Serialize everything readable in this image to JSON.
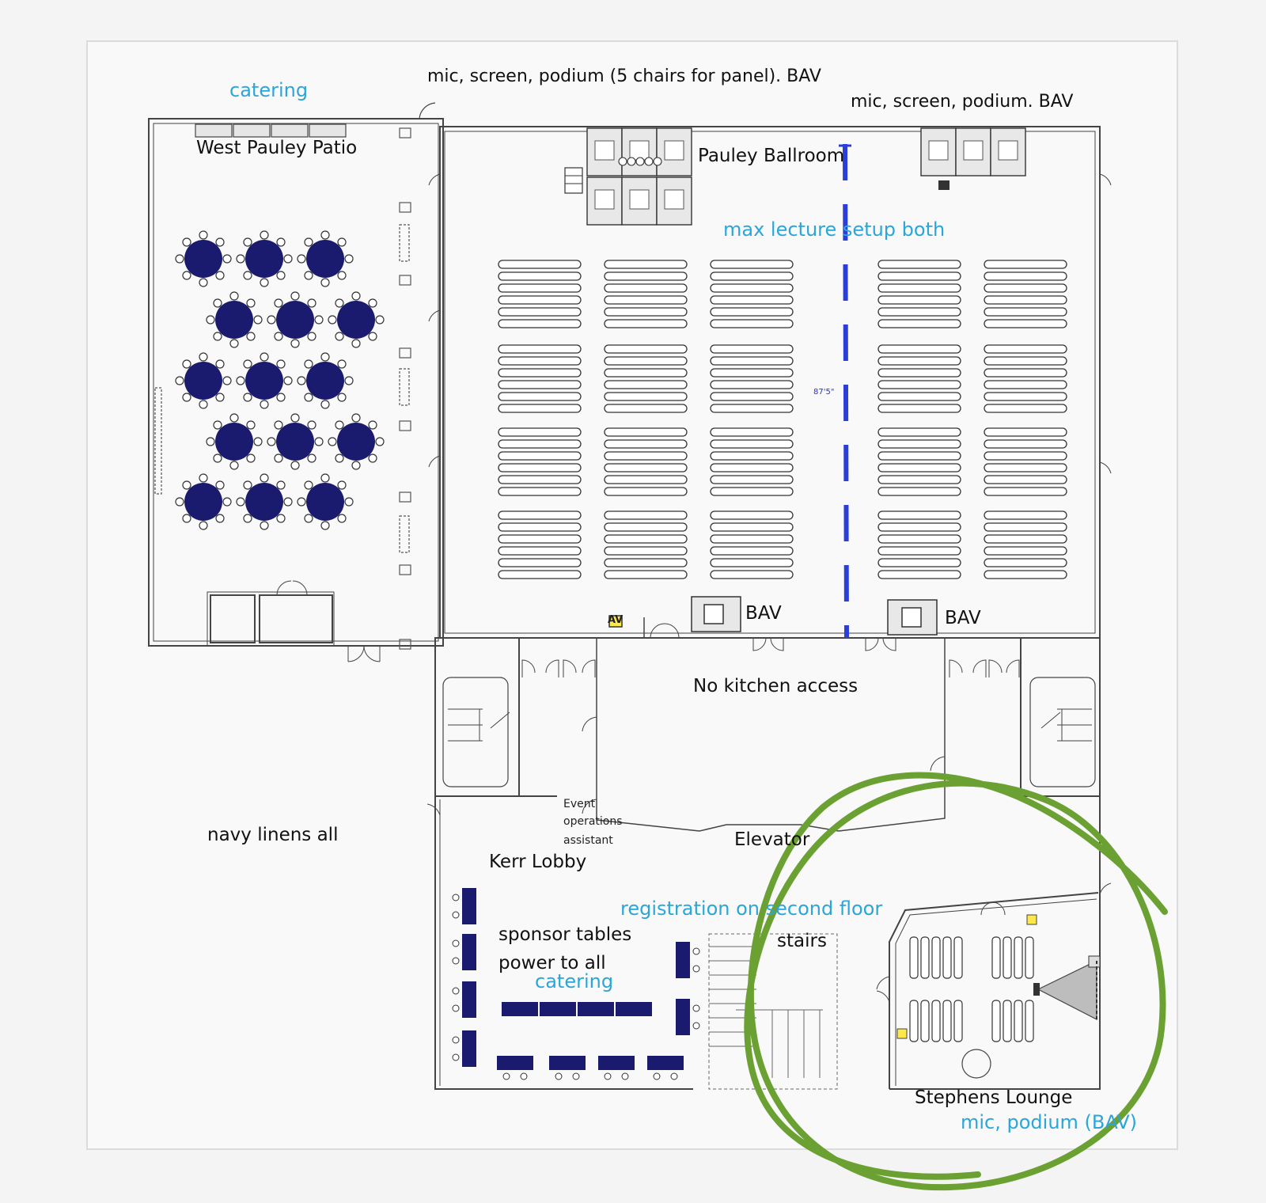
{
  "labels": {
    "catering_patio": "catering",
    "ballroom_av_note": "mic, screen, podium (5 chairs for panel). BAV",
    "east_av_note": "mic, screen, podium. BAV",
    "west_pauley_patio": "West Pauley Patio",
    "pauley_ballroom": "Pauley Ballroom",
    "max_lecture": "max lecture setup both",
    "divider_dim": "87'5\"",
    "bav_left": "BAV",
    "bav_right": "BAV",
    "av_small": "AV",
    "no_kitchen": "No kitchen access",
    "navy_linens": "navy linens all",
    "event_ops_1": "Event",
    "event_ops_2": "operations",
    "event_ops_3": "assistant",
    "elevator": "Elevator",
    "kerr_lobby": "Kerr Lobby",
    "registration": "registration on second floor",
    "stairs": "stairs",
    "sponsor_tables": "sponsor tables",
    "power_to_all": "power to all",
    "catering_lobby": "catering",
    "stephens_lounge": "Stephens Lounge",
    "lounge_av": "mic, podium (BAV)"
  },
  "colors": {
    "navy_table": "#1a1a6e",
    "label_blue": "#2aa6d8",
    "divider": "#2b3fd6",
    "highlight_circle": "#6aa132",
    "wall": "#444444"
  },
  "icons": {
    "round_table": "navy-round-table-icon",
    "stage_riser": "stage-riser-icon",
    "rect_table": "navy-rect-table-icon"
  }
}
